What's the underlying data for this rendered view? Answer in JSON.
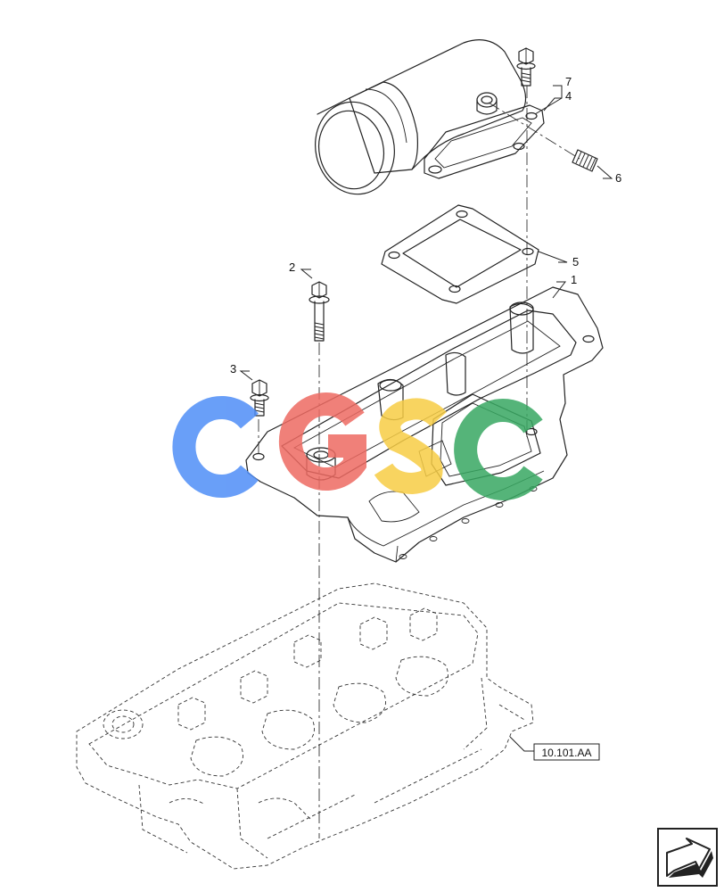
{
  "callouts": {
    "c1": "1",
    "c2": "2",
    "c3": "3",
    "c4": "4",
    "c5": "5",
    "c6": "6",
    "c7": "7"
  },
  "reference": {
    "label": "10.101.AA"
  },
  "watermark": {
    "letters": [
      "C",
      "G",
      "S",
      "C"
    ],
    "colors": [
      "#4f8ef7",
      "#ee6a62",
      "#f7cd45",
      "#38a862"
    ]
  },
  "nav_icon": "next-page-arrow-icon"
}
